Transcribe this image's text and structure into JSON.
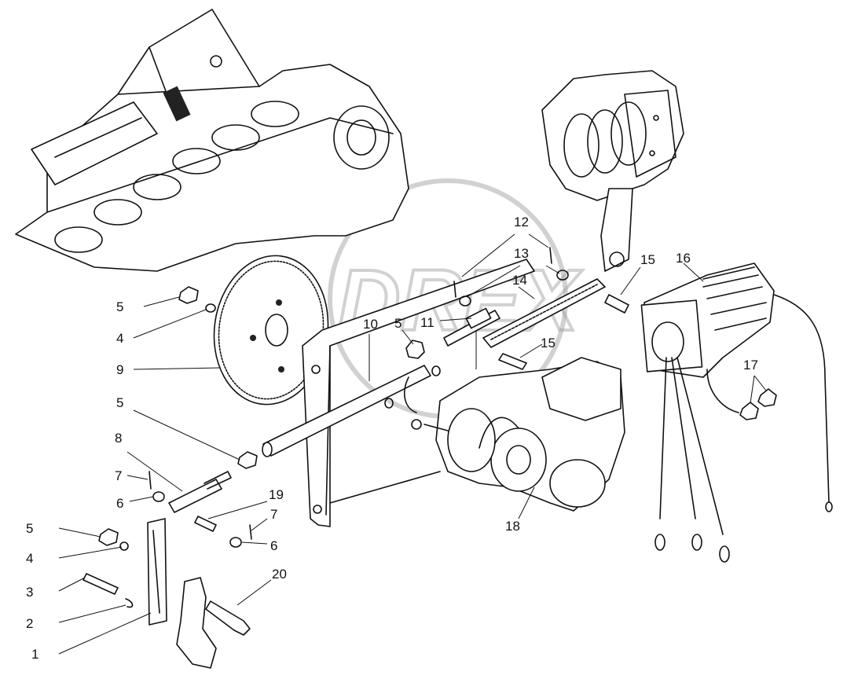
{
  "watermark": {
    "text": "DREX",
    "color": "#9a9a9a"
  },
  "callouts": [
    {
      "id": "c1",
      "text": "1"
    },
    {
      "id": "c2",
      "text": "2"
    },
    {
      "id": "c3",
      "text": "3"
    },
    {
      "id": "c4a",
      "text": "4"
    },
    {
      "id": "c4b",
      "text": "4"
    },
    {
      "id": "c5a",
      "text": "5"
    },
    {
      "id": "c5b",
      "text": "5"
    },
    {
      "id": "c5c",
      "text": "5"
    },
    {
      "id": "c5d",
      "text": "5"
    },
    {
      "id": "c6a",
      "text": "6"
    },
    {
      "id": "c6b",
      "text": "6"
    },
    {
      "id": "c7a",
      "text": "7"
    },
    {
      "id": "c7b",
      "text": "7"
    },
    {
      "id": "c8",
      "text": "8"
    },
    {
      "id": "c9",
      "text": "9"
    },
    {
      "id": "c10",
      "text": "10"
    },
    {
      "id": "c11",
      "text": "11"
    },
    {
      "id": "c12",
      "text": "12"
    },
    {
      "id": "c13",
      "text": "13"
    },
    {
      "id": "c14",
      "text": "14"
    },
    {
      "id": "c15a",
      "text": "15"
    },
    {
      "id": "c15b",
      "text": "15"
    },
    {
      "id": "c16",
      "text": "16"
    },
    {
      "id": "c17",
      "text": "17"
    },
    {
      "id": "c18",
      "text": "18"
    },
    {
      "id": "c19",
      "text": "19"
    },
    {
      "id": "c20",
      "text": "20"
    }
  ]
}
